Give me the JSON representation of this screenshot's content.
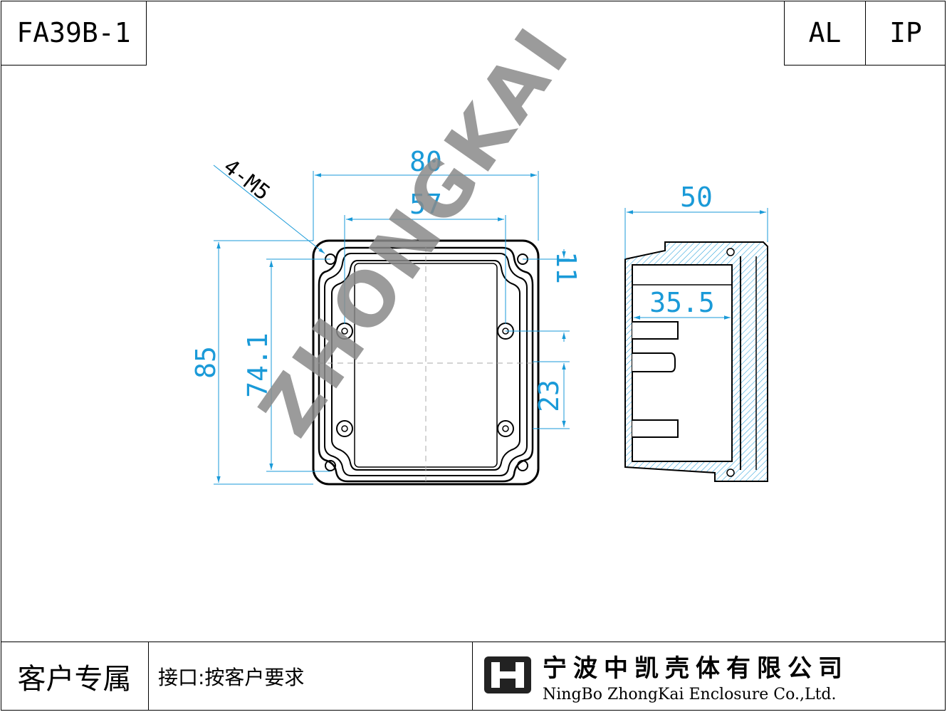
{
  "header": {
    "model": "FA39B-1",
    "material": "AL",
    "rating": "IP"
  },
  "watermark": "ZHONGKAI",
  "top_view": {
    "hole_spec": "4-M5",
    "width_outer": "80",
    "width_inner": "57",
    "height_outer": "85",
    "height_inner": "74.1",
    "offset_top": "11",
    "offset_mid": "23"
  },
  "side_view": {
    "depth": "50",
    "inner_depth": "35.5"
  },
  "footer": {
    "customer_label": "客户专属",
    "interface_label": "接口:按客户要求",
    "company_cn": "宁波中凯壳体有限公司",
    "company_en": "NingBo ZhongKai Enclosure Co.,Ltd."
  },
  "colors": {
    "dimension": "#1a9ad8",
    "outline": "#000000",
    "watermark": "#8a8a8a"
  }
}
